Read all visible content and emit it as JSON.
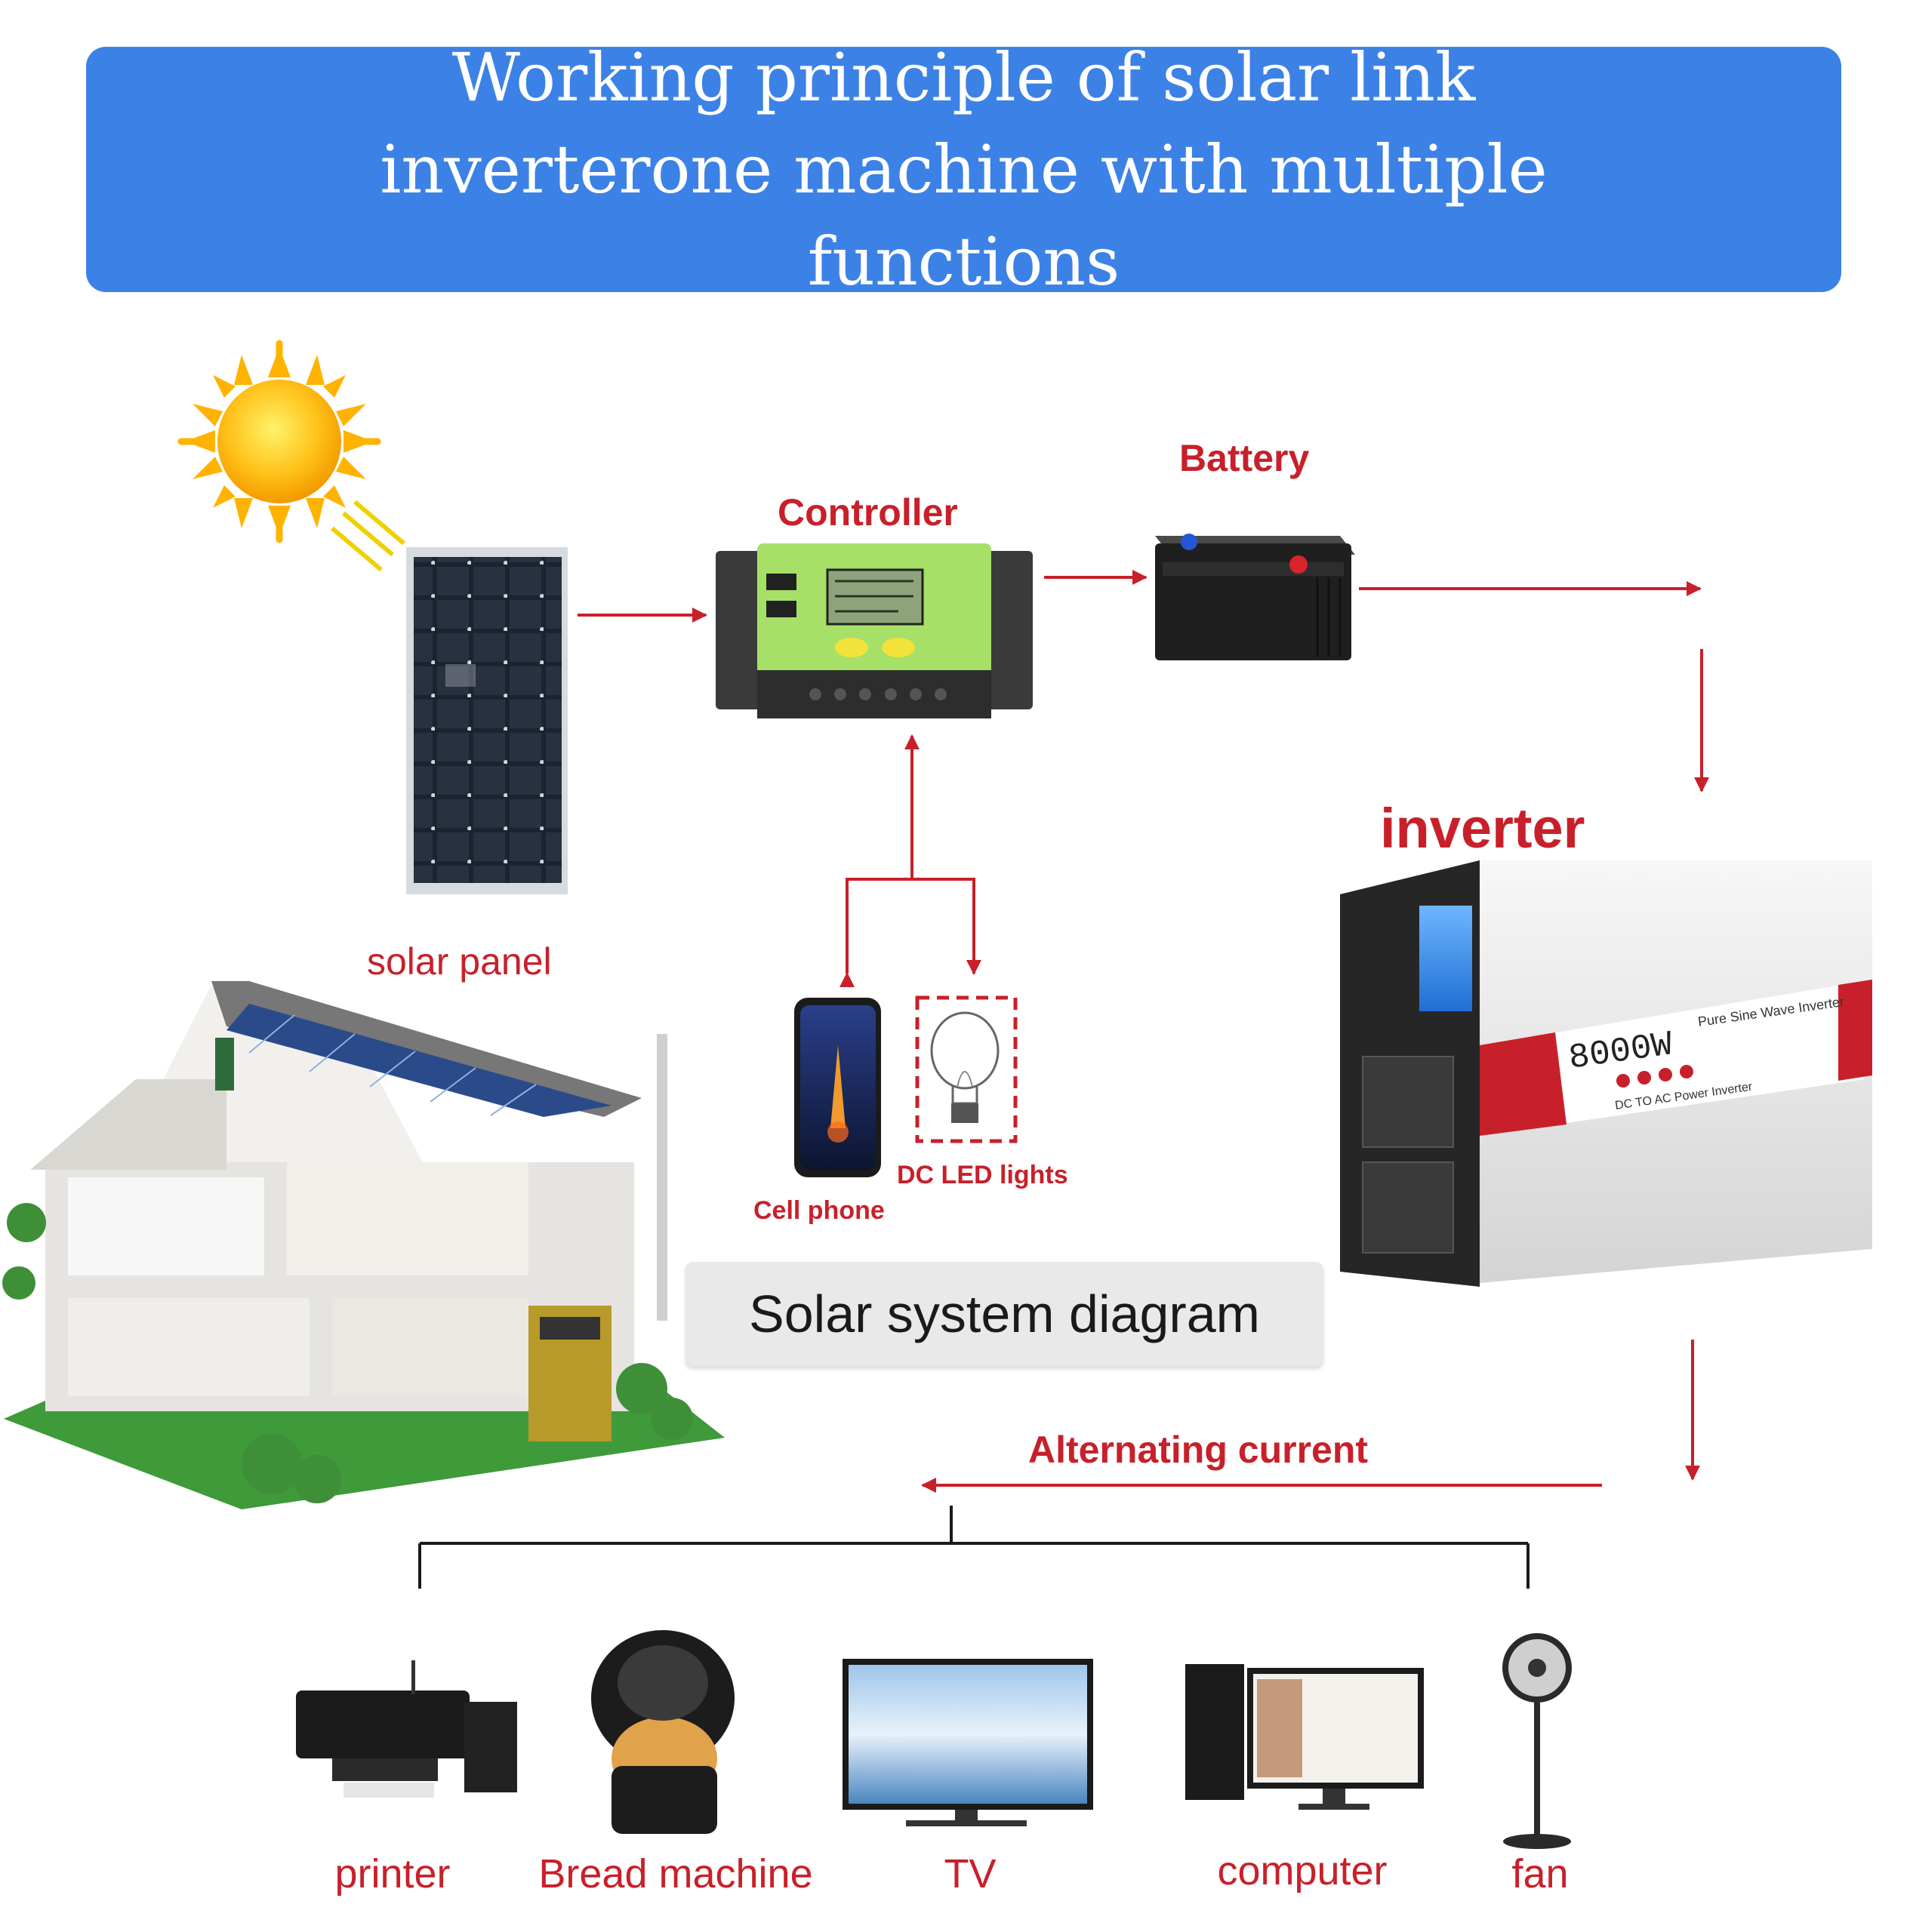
{
  "title": "Working principle of solar link inverterone machine with multiple functions",
  "components": {
    "solar_panel": "solar panel",
    "controller": "Controller",
    "battery": "Battery",
    "inverter": "inverter",
    "cell_phone": "Cell phone",
    "dc_led_lights": "DC LED lights"
  },
  "inverter_device": {
    "wattage": "8000W",
    "model": "Pure Sine Wave Inverter",
    "subtitle": "DC TO AC Power Inverter"
  },
  "diagram_label": "Solar system diagram",
  "ac_label": "Alternating current",
  "appliances": [
    "printer",
    "Bread machine",
    "TV",
    "computer",
    "fan"
  ],
  "colors": {
    "banner": "#3c82e6",
    "arrow": "#c8202a",
    "label": "#c8202a",
    "controller_body": "#a6e067",
    "inverter_accent": "#c8202a"
  }
}
